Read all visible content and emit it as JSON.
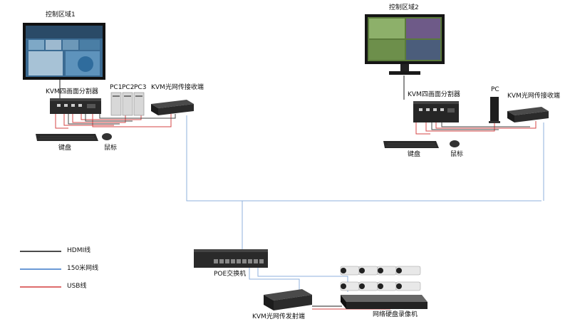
{
  "zone1": {
    "title": "控制区域1",
    "splitter": "KVM四画面分割器",
    "pc1": "PC1",
    "pc2": "PC2",
    "pc3": "PC3",
    "receiver": "KVM光网传接收端",
    "keyboard": "键盘",
    "mouse": "鼠标"
  },
  "zone2": {
    "title": "控制区域2",
    "splitter": "KVM四画面分割器",
    "pc": "PC",
    "receiver": "KVM光网传接收端",
    "keyboard": "键盘",
    "mouse": "鼠标"
  },
  "center": {
    "poe_switch": "POE交换机",
    "transmitter": "KVM光网传发射端",
    "nvr": "网络硬盘录像机"
  },
  "legend": [
    {
      "label": "HDMI线",
      "color": "#111111"
    },
    {
      "label": "150米网线",
      "color": "#3a78c8"
    },
    {
      "label": "USB线",
      "color": "#d43c3c"
    }
  ]
}
